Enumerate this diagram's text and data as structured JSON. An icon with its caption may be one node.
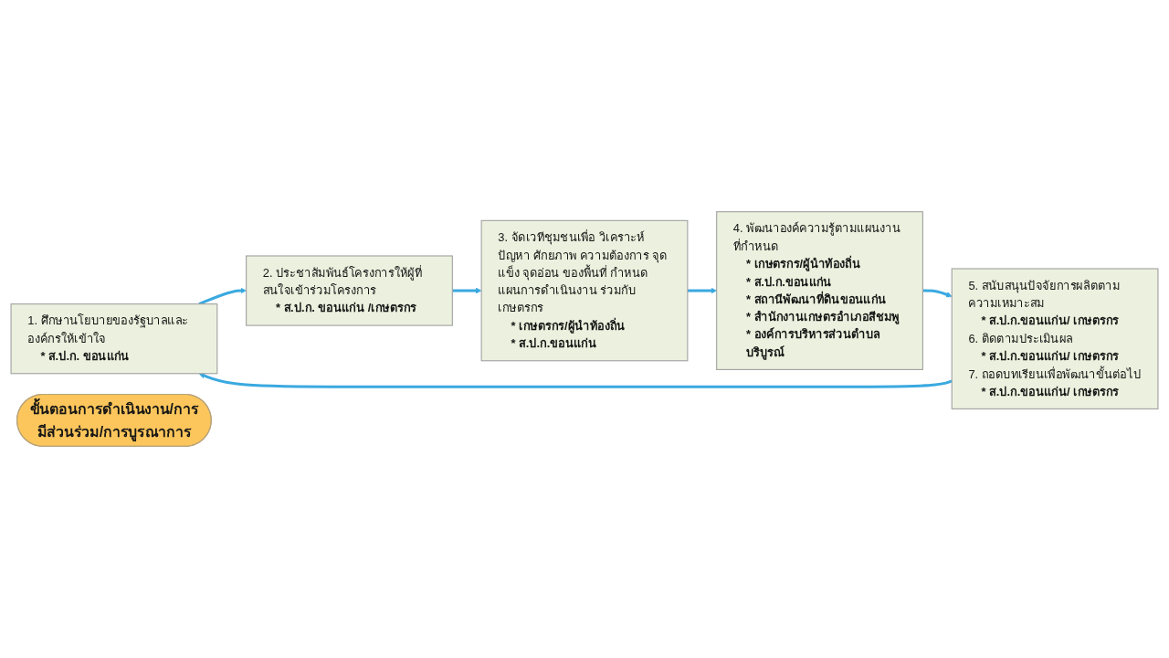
{
  "diagram": {
    "nodes": [
      {
        "text": [
          "1. ศึกษานโยบายของรัฐบาลและองค์กรให้เข้าใจ",
          "* ส.ป.ก. ขอนแก่น"
        ]
      },
      {
        "text": [
          "2. ประชาสัมพันธ์โครงการให้ผู้ที่สนใจเข้าร่วมโครงการ",
          "* ส.ป.ก. ขอนแก่น /เกษตรกร"
        ]
      },
      {
        "text": [
          "3. จัดเวทีชุมชนเพื่อ วิเคราะห์ปัญหา ศักยภาพ ความต้องการ จุดแข็ง จุดอ่อน ของพื้นที่ กำหนดแผนการดำเนินงาน ร่วมกับเกษตรกร",
          "* เกษตรกร/ผู้นำท้องถิ่น",
          "* ส.ป.ก.ขอนแก่น"
        ]
      },
      {
        "text": [
          "4. พัฒนาองค์ความรู้ตามแผนงานที่กำหนด",
          "* เกษตรกร/ผู้นำท้องถิ่น",
          "* ส.ป.ก.ขอนแก่น",
          "* สถานีพัฒนาที่ดินขอนแก่น",
          "* สำนักงานเกษตรอำเภอสีชมพู",
          "* องค์การบริหารส่วนตำบลบริบูรณ์"
        ]
      },
      {
        "text": [
          "5. สนับสนุนปัจจัยการผลิตตามความเหมาะสม",
          "* ส.ป.ก.ขอนแก่น/ เกษตรกร",
          "6. ติดตามประเมินผล",
          "* ส.ป.ก.ขอนแก่น/ เกษตรกร",
          "7. ถอดบทเรียนเพื่อพัฒนาขั้นต่อไป",
          "* ส.ป.ก.ขอนแก่น/ เกษตรกร"
        ]
      },
      {
        "text": [
          "ขั้นตอนการดำเนินงาน/การมีส่วนร่วม/การบูรณาการ"
        ]
      }
    ],
    "edges": [
      {
        "from": 0,
        "to": 1,
        "arrow": "to"
      },
      {
        "from": 1,
        "to": 2,
        "arrow": "to"
      },
      {
        "from": 2,
        "to": 3,
        "arrow": "to"
      },
      {
        "from": 3,
        "to": 4,
        "arrow": "to"
      },
      {
        "from": 4,
        "to": 0,
        "arrow": "to"
      }
    ]
  }
}
